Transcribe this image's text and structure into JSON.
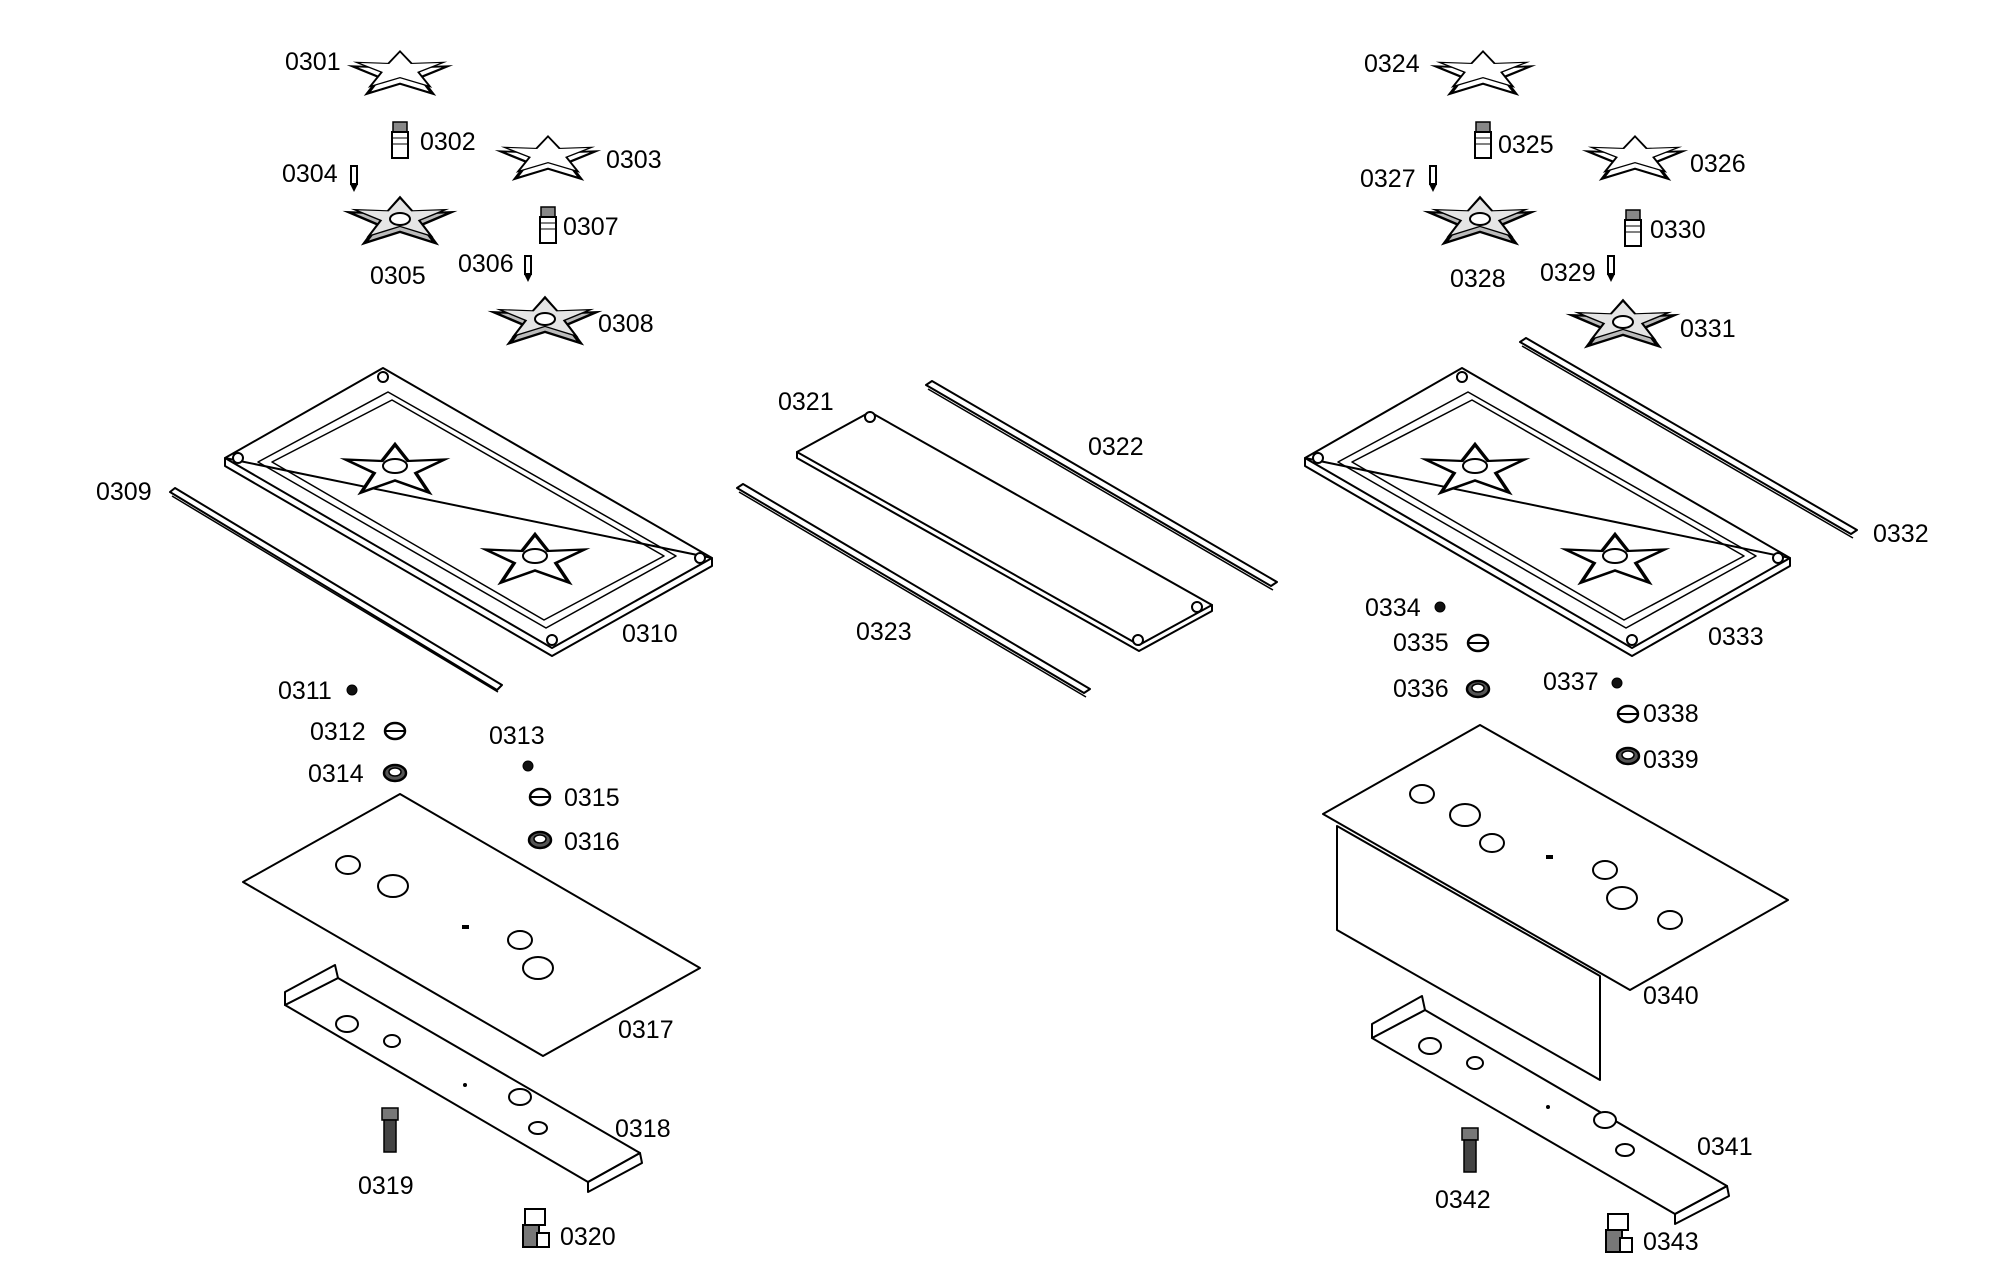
{
  "labels": {
    "p0301": "0301",
    "p0302": "0302",
    "p0303": "0303",
    "p0304": "0304",
    "p0305": "0305",
    "p0306": "0306",
    "p0307": "0307",
    "p0308": "0308",
    "p0309": "0309",
    "p0310": "0310",
    "p0311": "0311",
    "p0312": "0312",
    "p0313": "0313",
    "p0314": "0314",
    "p0315": "0315",
    "p0316": "0316",
    "p0317": "0317",
    "p0318": "0318",
    "p0319": "0319",
    "p0320": "0320",
    "p0321": "0321",
    "p0322": "0322",
    "p0323": "0323",
    "p0324": "0324",
    "p0325": "0325",
    "p0326": "0326",
    "p0327": "0327",
    "p0328": "0328",
    "p0329": "0329",
    "p0330": "0330",
    "p0331": "0331",
    "p0332": "0332",
    "p0333": "0333",
    "p0334": "0334",
    "p0335": "0335",
    "p0336": "0336",
    "p0337": "0337",
    "p0338": "0338",
    "p0339": "0339",
    "p0340": "0340",
    "p0341": "0341",
    "p0342": "0342",
    "p0343": "0343"
  }
}
